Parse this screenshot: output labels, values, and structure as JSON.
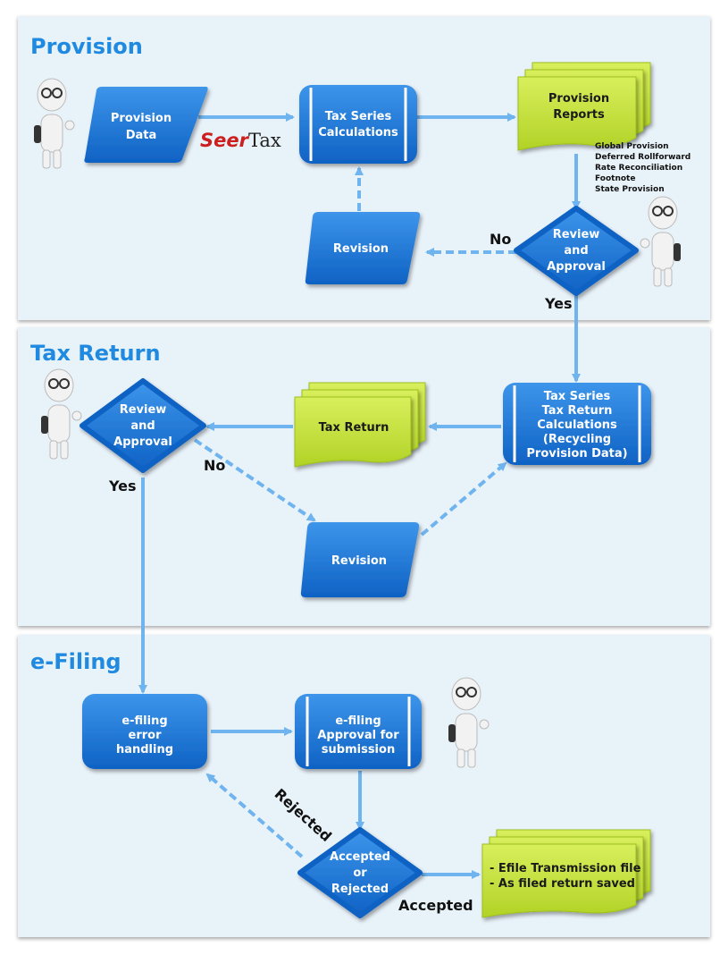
{
  "sections": {
    "provision": "Provision",
    "tax_return": "Tax Return",
    "efiling": "e-Filing"
  },
  "brand": {
    "seer": "Seer",
    "tax": "Tax",
    "seer_color": "#cc1f1f"
  },
  "colors": {
    "process_blue": "#1b74d6",
    "document_green": "#c6e33a",
    "arrow": "#6fb4ee",
    "panel": "#e8f2f9",
    "title": "#1f8ae0"
  },
  "nodes": {
    "provision_data": [
      "Provision",
      "Data"
    ],
    "tax_series_calc": [
      "Tax Series",
      "Calculations"
    ],
    "provision_reports": [
      "Provision",
      "Reports"
    ],
    "report_list": [
      "Global Provision",
      "Deferred Rollforward",
      "Rate Reconciliation",
      "Footnote",
      "State Provision"
    ],
    "review_1": [
      "Review",
      "and",
      "Approval"
    ],
    "revision_1": [
      "Revision"
    ],
    "tax_return_calc": [
      "Tax Series",
      "Tax Return",
      "Calculations",
      "(Recycling",
      "Provision Data)"
    ],
    "tax_return_doc": [
      "Tax Return"
    ],
    "review_2": [
      "Review",
      "and",
      "Approval"
    ],
    "revision_2": [
      "Revision"
    ],
    "efiling_error": [
      "e-filing",
      "error",
      "handling"
    ],
    "efiling_approval": [
      "e-filing",
      "Approval for",
      "submission"
    ],
    "accepted_rejected": [
      "Accepted",
      "or",
      "Rejected"
    ],
    "efile_output": [
      "- Efile Transmission file",
      "- As filed return saved"
    ]
  },
  "edge_labels": {
    "no_1": "No",
    "yes_1": "Yes",
    "no_2": "No",
    "yes_2": "Yes",
    "rejected": "Rejected",
    "accepted": "Accepted"
  }
}
